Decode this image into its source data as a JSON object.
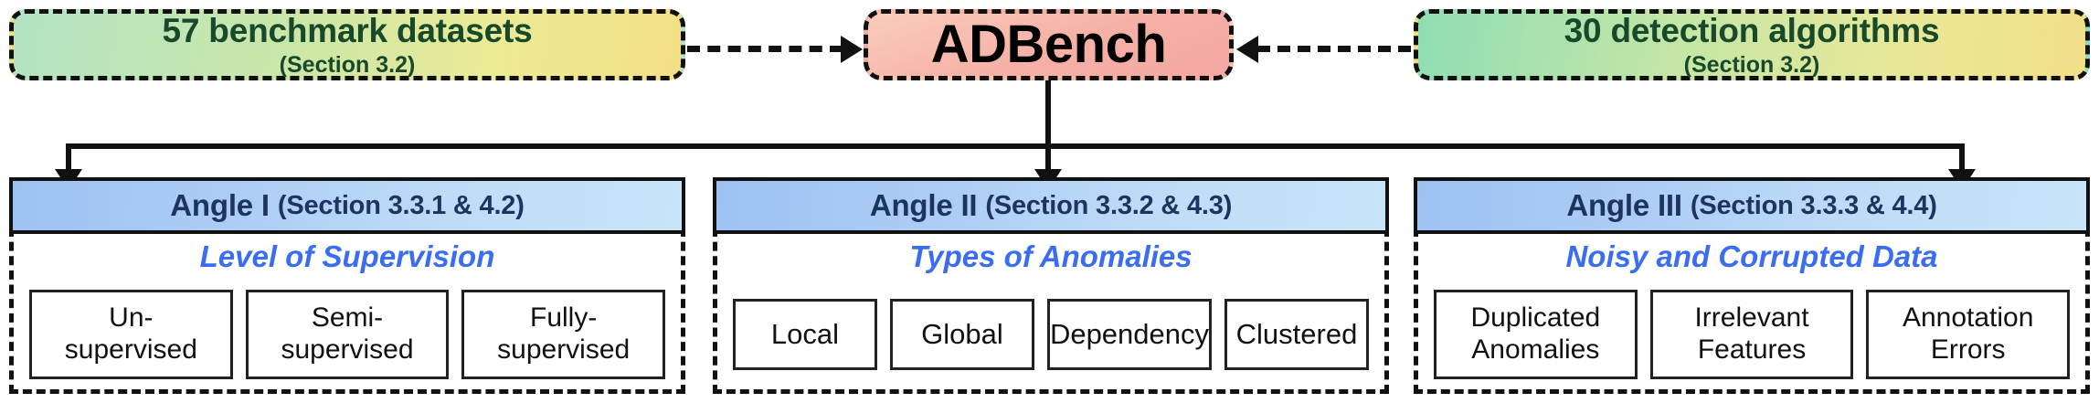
{
  "top_row": {
    "left_box": {
      "title": "57 benchmark datasets",
      "subtitle": "(Section 3.2)",
      "gradient_from": "#b3e3c4",
      "gradient_to": "#f3e085",
      "text_color": "#17492a"
    },
    "center_box": {
      "title": "ADBench",
      "gradient_from": "#f9cdb9",
      "gradient_to": "#f3a7a2",
      "text_color": "#000000"
    },
    "right_box": {
      "title": "30 detection algorithms",
      "subtitle": "(Section 3.2)",
      "gradient_from": "#8fddb4",
      "gradient_to": "#f2df88",
      "text_color": "#17492a"
    }
  },
  "angles": [
    {
      "header_title": "Angle I",
      "header_section": "(Section 3.3.1 & 4.2)",
      "subtitle": "Level of Supervision",
      "subtitle_color": "#3b6df0",
      "header_gradient_from": "#9dc2f2",
      "header_gradient_to": "#c7e4f8",
      "leaves": [
        {
          "line1": "Un-",
          "line2": "supervised"
        },
        {
          "line1": "Semi-",
          "line2": "supervised"
        },
        {
          "line1": "Fully-",
          "line2": "supervised"
        }
      ]
    },
    {
      "header_title": "Angle II",
      "header_section": "(Section 3.3.2 & 4.3)",
      "subtitle": "Types of Anomalies",
      "subtitle_color": "#3b6df0",
      "header_gradient_from": "#9dc2f2",
      "header_gradient_to": "#c7e4f8",
      "leaves": [
        {
          "line1": "Local",
          "line2": ""
        },
        {
          "line1": "Global",
          "line2": ""
        },
        {
          "line1": "Dependency",
          "line2": ""
        },
        {
          "line1": "Clustered",
          "line2": ""
        }
      ]
    },
    {
      "header_title": "Angle III",
      "header_section": "(Section 3.3.3 & 4.4)",
      "subtitle": "Noisy and Corrupted Data",
      "subtitle_color": "#3b6df0",
      "header_gradient_from": "#9dc2f2",
      "header_gradient_to": "#c7e4f8",
      "leaves": [
        {
          "line1": "Duplicated",
          "line2": "Anomalies"
        },
        {
          "line1": "Irrelevant",
          "line2": "Features"
        },
        {
          "line1": "Annotation",
          "line2": "Errors"
        }
      ]
    }
  ],
  "connectors": {
    "left_to_center": "dashed-arrow-right",
    "right_to_center": "dashed-arrow-left",
    "center_to_angles": "solid-branching-arrows-down",
    "color": "#111111"
  }
}
